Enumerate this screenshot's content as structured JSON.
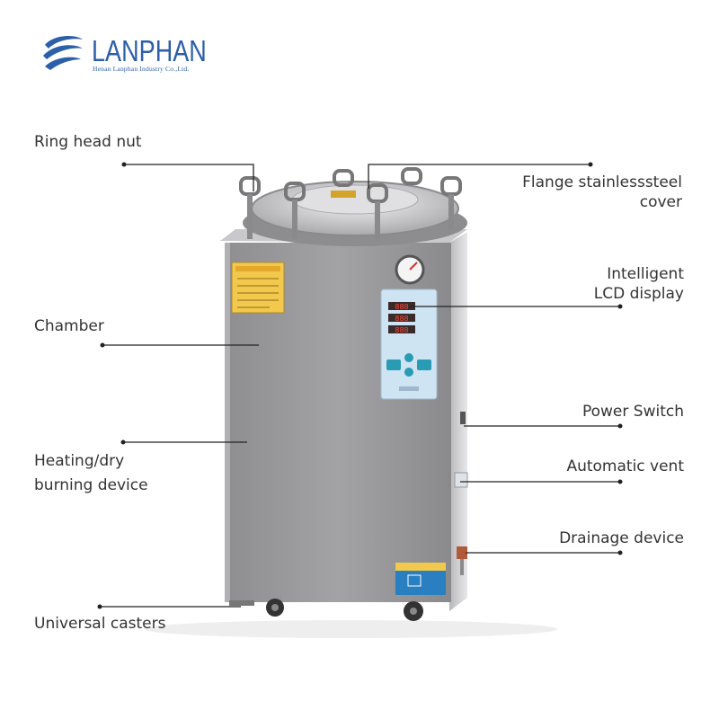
{
  "brand": {
    "name": "LANPHAN",
    "subtitle": "Henan Lanphan Industry Co.,Ltd.",
    "logo_color": "#2d5fa8"
  },
  "callouts": {
    "ring_head_nut": "Ring head nut",
    "flange_cover_line1": "Flange stainlesssteel",
    "flange_cover_line2": "cover",
    "lcd_line1": "Intelligent",
    "lcd_line2": "LCD display",
    "chamber": "Chamber",
    "power_switch": "Power Switch",
    "heating_line1": "Heating/dry",
    "heating_line2": "burning device",
    "automatic_vent": "Automatic vent",
    "drainage": "Drainage device",
    "casters": "Universal casters"
  },
  "panel": {
    "readouts": [
      "888",
      "888",
      "888"
    ],
    "button_color": "#2a9bb5",
    "panel_color": "#cfe4f3"
  },
  "body_color": "#9a9a9c"
}
